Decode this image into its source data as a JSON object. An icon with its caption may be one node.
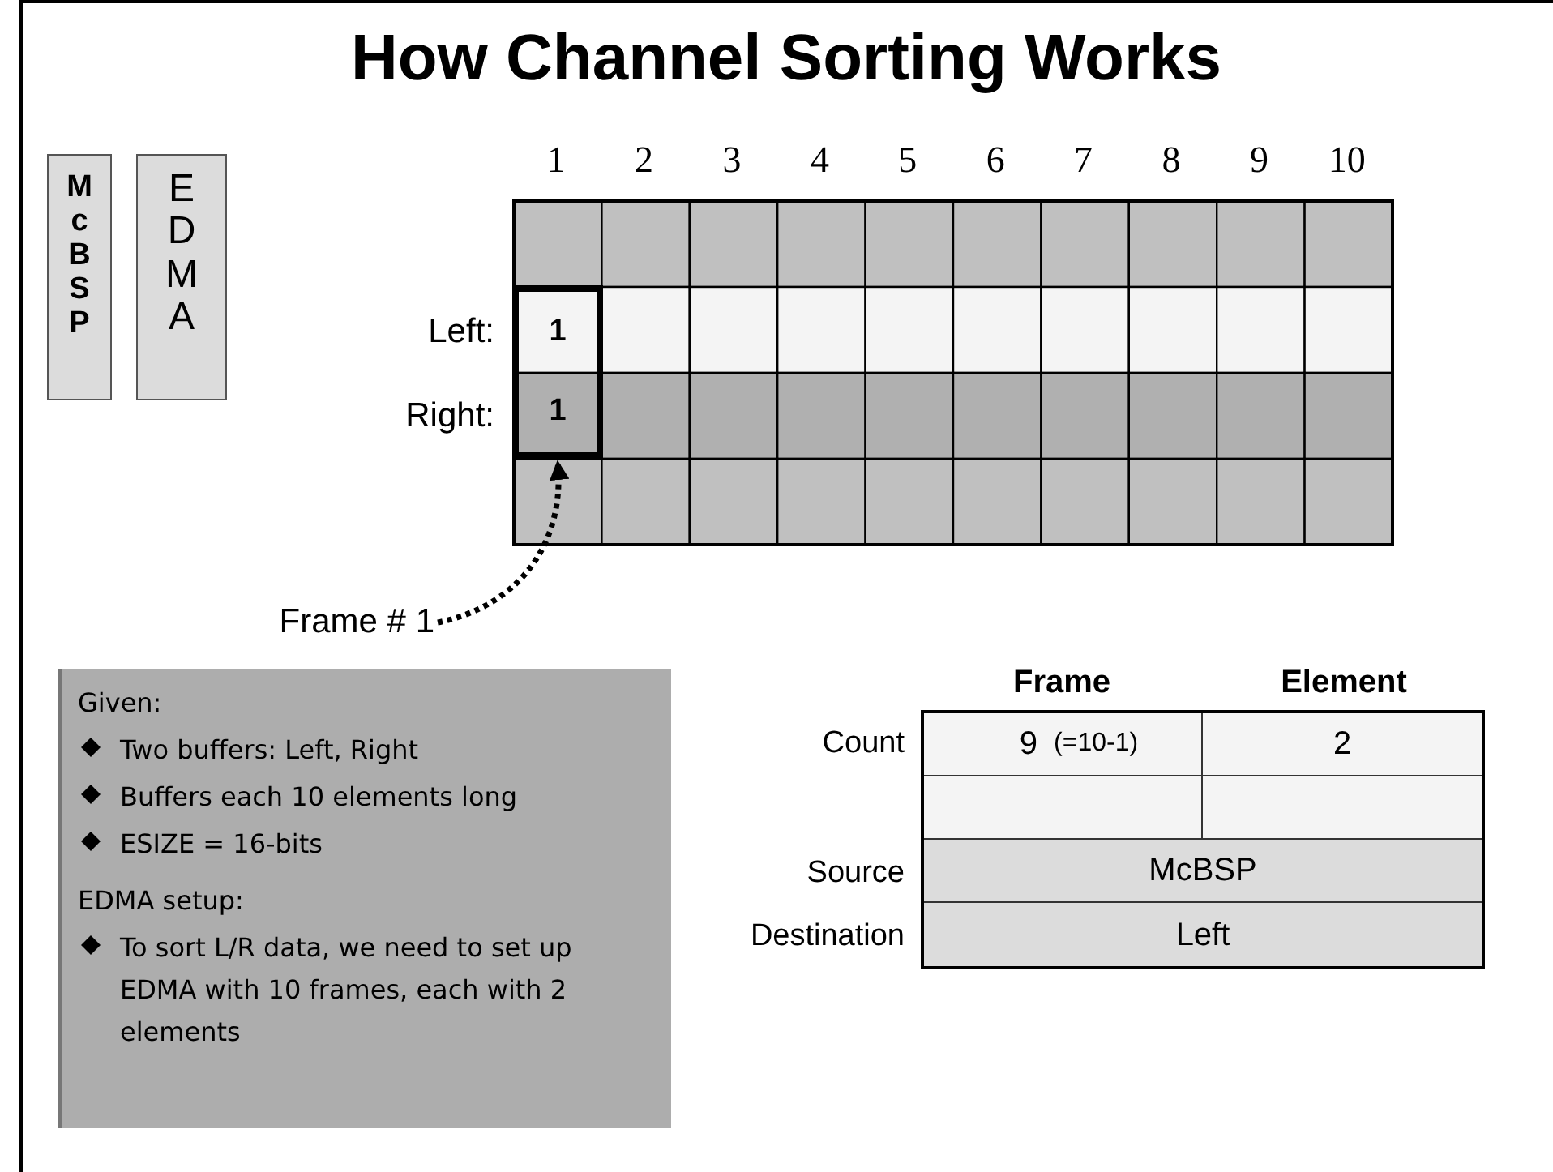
{
  "diagram": {
    "title": "How Channel Sorting Works",
    "nodes": [
      {
        "text": [
          "McBSP"
        ]
      },
      {
        "text": [
          "EDMA"
        ]
      },
      {
        "text": [
          "Frame # 1"
        ]
      },
      {
        "text": [
          "1",
          "1"
        ]
      },
      {
        "text": [
          "Given:",
          "Two buffers: Left, Right",
          "Buffers each 10 elements long",
          "ESIZE = 16-bits",
          "EDMA setup:",
          "To sort L/R data, we need to set up EDMA with 10 frames, each with 2 elements"
        ]
      }
    ],
    "edges": [
      {
        "from": 2,
        "to": 3,
        "arrow": "to",
        "style": "dashed"
      }
    ],
    "labels": [
      "1",
      "2",
      "3",
      "4",
      "5",
      "6",
      "7",
      "8",
      "9",
      "10",
      "Left:",
      "Right:",
      "Frame",
      "Element",
      "Count",
      "9",
      "(=10-1)",
      "2",
      "Source",
      "McBSP",
      "Destination",
      "Left"
    ]
  }
}
